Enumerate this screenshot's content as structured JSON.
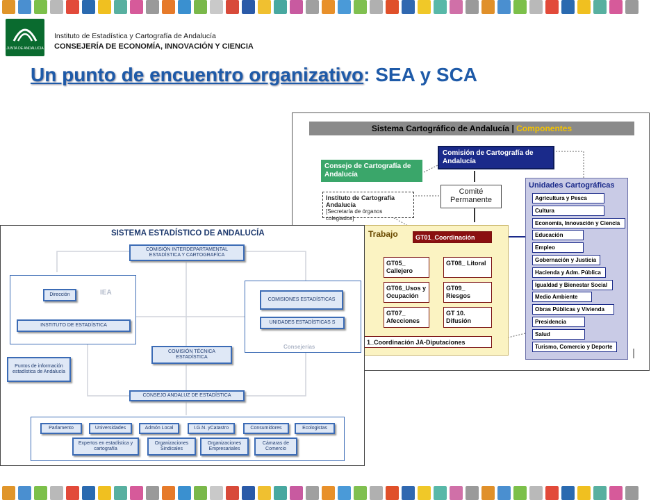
{
  "header": {
    "logo_text": "JUNTA DE ANDALUCIA",
    "org_line1": "Instituto de Estadística y Cartografía de Andalucía",
    "org_line2": "CONSEJERÍA DE ECONOMÍA, INNOVACIÓN Y CIENCIA"
  },
  "slide": {
    "title_underlined": "Un punto de encuentro organizativo",
    "title_rest": ": SEA y SCA"
  },
  "stripe_colors": [
    "#e0952a",
    "#4a8fd0",
    "#7cc04a",
    "#b9b9b9",
    "#e24a3a",
    "#2a6ab0",
    "#f0c020",
    "#58b0a0",
    "#d65a9a",
    "#9a9a9a",
    "#e67a2a",
    "#3a90d0",
    "#7ab84a",
    "#c9c9c9",
    "#d84a3a",
    "#2a5aa8",
    "#f0c030",
    "#48a8a0",
    "#c85aa0",
    "#a0a0a0",
    "#e8902a",
    "#4a9ad8",
    "#80c050",
    "#b0b0b0",
    "#e0502a",
    "#3068b0",
    "#f0c828",
    "#58b8a8",
    "#d070a8",
    "#9a9a9a",
    "#e0902a",
    "#4a8fd0",
    "#7cc04a",
    "#b9b9b9",
    "#e24a3a",
    "#2a6ab0",
    "#f0c020",
    "#58b0a0",
    "#d65a9a",
    "#9a9a9a"
  ],
  "sca": {
    "heading": "Sistema Cartográfico de Andalucía | ",
    "heading_accent": "Componentes",
    "comision": "Comisión de Cartografía de Andalucía",
    "consejo": "Consejo de Cartografía de Andalucía",
    "instituto": "Instituto de Cartografía Andalucía",
    "instituto_note": "[Secretaría de órganos colegiados]",
    "comite": "Comité Permanente",
    "trabajo": "Trabajo",
    "gt01": "GT01_Coordinación",
    "gt05": "GT05_ Callejero",
    "gt08": "GT08_ Litoral",
    "gt06": "GT06_Usos y Ocupación",
    "gt09": "GT09_ Riesgos",
    "gt07": "GT07_ Afecciones",
    "gt10": "GT 10. Difusión",
    "gt11": "1_Coordinación JA-Diputaciones",
    "unidades_title": "Unidades Cartográficas",
    "unidades": [
      "Agricultura y Pesca",
      "Cultura",
      "Economía, Innovación y Ciencia",
      "Educación",
      "Empleo",
      "Gobernación y Justicia",
      "Hacienda y Adm. Pública",
      "Igualdad y Bienestar Social",
      "Medio Ambiente",
      "Obras Públicas y Vivienda",
      "Presidencia",
      "Salud",
      "Turismo, Comercio y Deporte"
    ]
  },
  "sea": {
    "title": "SISTEMA ESTADÍSTICO DE ANDALUCÍA",
    "comision_inter": "COMISIÓN INTERDEPARTAMENTAL ESTADÍSTICA Y CARTOGRAFÍCA",
    "iea": "IEA",
    "direccion": "Dirección",
    "instituto": "INSTITUTO DE ESTADÍSTICA",
    "comisiones": "COMISIONES ESTADÍSTICAS",
    "unidades": "UNIDADES ESTADÍSTICAS S",
    "consejerias": "Consejerías",
    "puntos": "Puntos de información estadística de Andalucía",
    "comision_tecnica": "COMISIÓN TÉCNICA ESTADÍSTICA",
    "consejo": "CONSEJO ANDALUZ DE ESTADÍSTICA",
    "row1": [
      "Parlamento",
      "Universidades",
      "Admón Local",
      "I.G.N. yCatastro",
      "Consumidores",
      "Ecologistas"
    ],
    "row2": [
      "Expertos en estadística y cartografía",
      "Organizaciones Sindicales",
      "Organizaciones Empresariales",
      "Cámaras de Comercio"
    ]
  }
}
